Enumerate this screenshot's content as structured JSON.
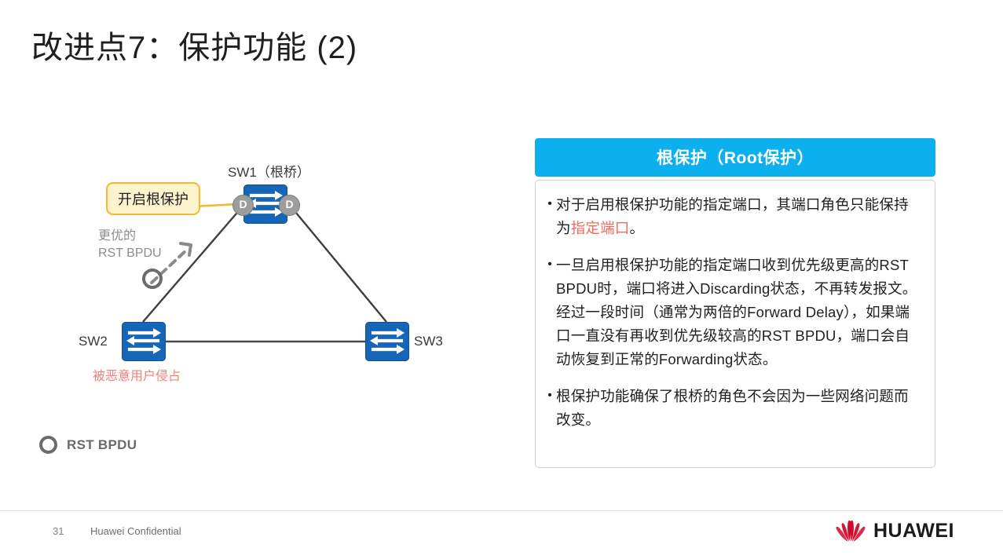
{
  "slide": {
    "title": "改进点7：保护功能 (2)"
  },
  "diagram": {
    "callout": {
      "label": "开启根保护"
    },
    "bpdu_note": {
      "line1": "更优的",
      "line2": "RST BPDU"
    },
    "nodes": [
      {
        "id": "sw1",
        "label": "SW1（根桥）",
        "icon": "switch-icon"
      },
      {
        "id": "sw2",
        "label": "SW2",
        "icon": "switch-icon",
        "warning": "被恶意用户侵占"
      },
      {
        "id": "sw3",
        "label": "SW3",
        "icon": "switch-icon"
      }
    ],
    "ports": [
      {
        "id": "dport-left",
        "label": "D"
      },
      {
        "id": "dport-right",
        "label": "D"
      }
    ],
    "legend": {
      "symbol": "circle-outline-icon",
      "label": "RST BPDU"
    }
  },
  "panel": {
    "header": "根保护（Root保护）",
    "bullets": [
      {
        "dot": "•",
        "pre": "对于启用根保护功能的指定端口，其端口角色只能保持为",
        "highlight": "指定端口",
        "post": "。"
      },
      {
        "dot": "•",
        "pre": "一旦启用根保护功能的指定端口收到优先级更高的RST BPDU时，端口将进入Discarding状态，不再转发报文。经过一段时间（通常为两倍的Forward Delay），如果端口一直没有再收到优先级较高的RST BPDU，端口会自动恢复到正常的Forwarding状态。",
        "highlight": "",
        "post": ""
      },
      {
        "dot": "•",
        "pre": "根保护功能确保了根桥的角色不会因为一些网络问题而改变。",
        "highlight": "",
        "post": ""
      }
    ]
  },
  "footer": {
    "page_number": "31",
    "confidential": "Huawei Confidential",
    "logo_word": "HUAWEI"
  },
  "colors": {
    "header_blue": "#0cb0ef",
    "switch_blue": "#1565b8",
    "callout_fill": "#fdf3cd",
    "callout_border": "#f5b731",
    "warning_red": "#f2817a",
    "highlight_red": "#f2695c",
    "link_line": "#3f3f3f",
    "port_gray": "#9d9d9d",
    "logo_red": "#cf0a2c"
  }
}
